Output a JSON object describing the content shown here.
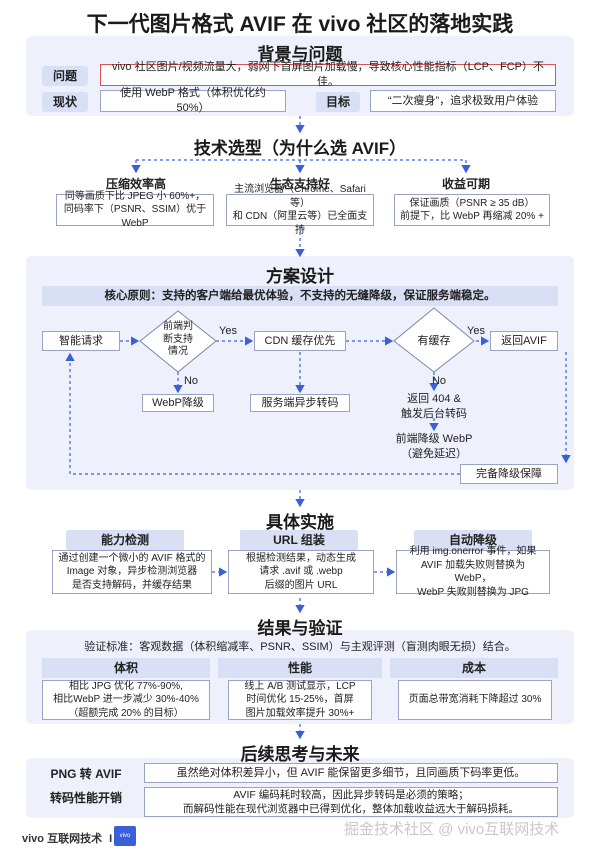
{
  "title": "下一代图片格式 AVIF 在 vivo 社区的落地实践",
  "s1": {
    "title": "背景与问题",
    "problem_label": "问题",
    "problem_text": "vivo 社区图片/视频流量大，弱网下首屏图片加载慢，导致核心性能指标（LCP、FCP）不佳。",
    "status_label": "现状",
    "status_text": "使用 WebP 格式（体积优化约 50%）",
    "goal_label": "目标",
    "goal_text": "“二次瘦身”，追求极致用户体验"
  },
  "s2": {
    "title": "技术选型（为什么选 AVIF）",
    "cols": [
      {
        "head": "压缩效率高",
        "l1": "同等画质下比 JPEG 小 60%+，",
        "l2": "同码率下（PSNR、SSIM）优于 WebP"
      },
      {
        "head": "生态支持好",
        "l1": "主流浏览器（Chrome、Safari等）",
        "l2": "和 CDN（阿里云等）已全面支持"
      },
      {
        "head": "收益可期",
        "l1": "保证画质（PSNR ≥ 35 dB）",
        "l2": "前提下，比 WebP 再缩减 20% +"
      }
    ]
  },
  "s3": {
    "title": "方案设计",
    "principle": "核心原则：支持的客户端给最优体验，不支持的无缝降级，保证服务端稳定。",
    "smart_request": "智能请求",
    "front_l1": "前端判",
    "front_l2": "断支持",
    "front_l3": "情况",
    "yes1": "Yes",
    "no1": "No",
    "webp_fallback": "WebP降级",
    "cdn_cache": "CDN 缓存优先",
    "server_async": "服务端异步转码",
    "has_cache": "有缓存",
    "yes2": "Yes",
    "no2": "No",
    "return_avif": "返回AVIF",
    "ret404_l1": "返回 404 &",
    "ret404_l2": "触发后台转码",
    "front_fb_l1": "前端降级 WebP",
    "front_fb_l2": "（避免延迟）",
    "full_fallback": "完备降级保障"
  },
  "s4": {
    "title": "具体实施",
    "cols": [
      {
        "head": "能力检测",
        "l1": "通过创建一个微小的 AVIF 格式的",
        "l2": "Image 对象，异步检测浏览器",
        "l3": "是否支持解码，并缓存结果"
      },
      {
        "head": "URL 组装",
        "l1": "根据检测结果，动态生成",
        "l2": "请求 .avif 或 .webp",
        "l3": "后缀的图片 URL"
      },
      {
        "head": "自动降级",
        "l1": "利用 img.onerror 事件，如果",
        "l2": "AVIF 加载失败则替换为 WebP，",
        "l3": "WebP 失败则替换为 JPG"
      }
    ]
  },
  "s5": {
    "title": "结果与验证",
    "standard": "验证标准：客观数据（体积缩减率、PSNR、SSIM）与主观评测（盲测肉眼无损）结合。",
    "cols": [
      {
        "head": "体积",
        "l1": "相比 JPG 优化 77%-90%,",
        "l2": "相比WebP 进一步减少 30%-40%",
        "l3": "（超额完成 20% 的目标）"
      },
      {
        "head": "性能",
        "l1": "线上 A/B 测试显示，LCP",
        "l2": "时间优化 15-25%，首屏",
        "l3": "图片加载效率提升 30%+"
      },
      {
        "head": "成本",
        "l1": "页面总带宽消耗下降超过 30%",
        "l2": "",
        "l3": ""
      }
    ]
  },
  "s6": {
    "title": "后续思考与未来",
    "png_label": "PNG 转 AVIF",
    "png_text": "虽然绝对体积差异小，但 AVIF 能保留更多细节，且同画质下码率更低。",
    "perf_label": "转码性能开销",
    "perf_l1": "AVIF 编码耗时较高，因此异步转码是必须的策略；",
    "perf_l2": "而解码性能在现代浏览器中已得到优化，整体加载收益远大于解码损耗。"
  },
  "footer": {
    "brand": "vivo 互联网技术",
    "sep": "I",
    "logo_text": "vivo",
    "watermark": "掘金技术社区 @ vivo互联网技术"
  },
  "colors": {
    "accent": "#3a5fd9",
    "panel": "#eef1fb",
    "header_fill": "#d9dff5",
    "red_border": "#d9534f"
  }
}
